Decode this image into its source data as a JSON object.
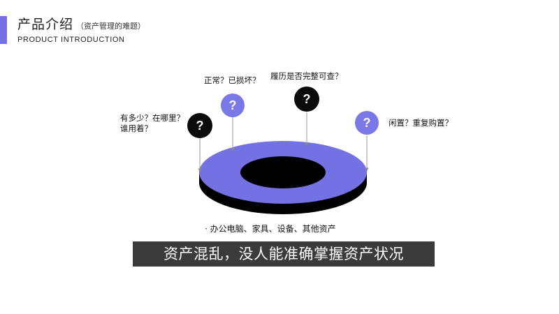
{
  "header": {
    "title": "产品介绍",
    "subtitle": "（资产管理的难题）",
    "english_title": "PRODUCT INTRODUCTION",
    "accent_color": "#7471e4"
  },
  "questions": [
    {
      "id": "usage",
      "text_line1": "有多少？在哪里？",
      "text_line2": "谁用着？",
      "marker_symbol": "?",
      "marker_style": "dark"
    },
    {
      "id": "condition",
      "text_line1": "正常？已损坏？",
      "marker_symbol": "?",
      "marker_style": "purple"
    },
    {
      "id": "history",
      "text_line1": "履历是否完整可查？",
      "marker_symbol": "?",
      "marker_style": "dark"
    },
    {
      "id": "idle",
      "text_line1": "闲置？重复购置？",
      "marker_symbol": "?",
      "marker_style": "purple"
    }
  ],
  "ring": {
    "top_color": "#7471e4",
    "side_color": "#000000"
  },
  "asset_note": "· 办公电脑、家具、设备、其他资产",
  "caption": "资产混乱，没人能准确掌握资产状况"
}
